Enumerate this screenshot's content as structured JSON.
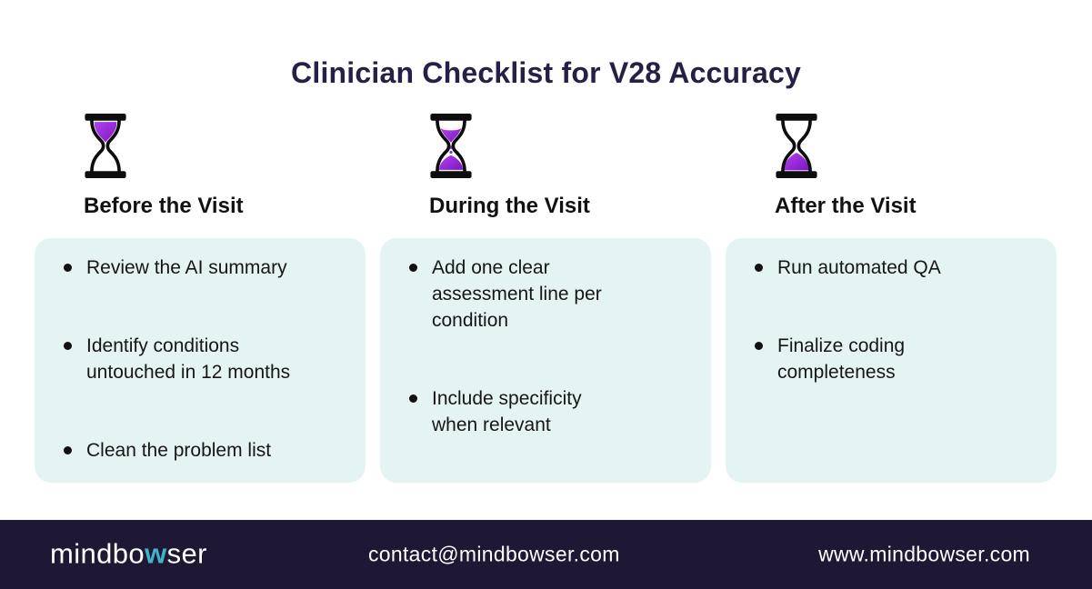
{
  "title": "Clinician Checklist for V28 Accuracy",
  "columns": [
    {
      "icon": "hourglass-start-icon",
      "heading": "Before the Visit",
      "items": [
        "Review the AI summary",
        "Identify conditions untouched in 12 months",
        "Clean the problem list"
      ]
    },
    {
      "icon": "hourglass-half-icon",
      "heading": "During the Visit",
      "items": [
        "Add one clear assessment line per condition",
        "Include specificity when relevant"
      ]
    },
    {
      "icon": "hourglass-end-icon",
      "heading": "After the Visit",
      "items": [
        "Run automated QA",
        "Finalize coding completeness"
      ]
    }
  ],
  "footer": {
    "logo_prefix": "mindbo",
    "logo_accent": "w",
    "logo_suffix": "ser",
    "email": "contact@mindbowser.com",
    "website": "www.mindbowser.com"
  },
  "colors": {
    "title_text": "#262046",
    "heading_text": "#121212",
    "body_text": "#161616",
    "card_bg": "#e4f4f2",
    "footer_bg": "#1f1834",
    "accent_teal": "#3fb3c7",
    "sand_purple_light": "#b044ef",
    "sand_purple_dark": "#7d15c0",
    "icon_black": "#0d0d0d"
  }
}
